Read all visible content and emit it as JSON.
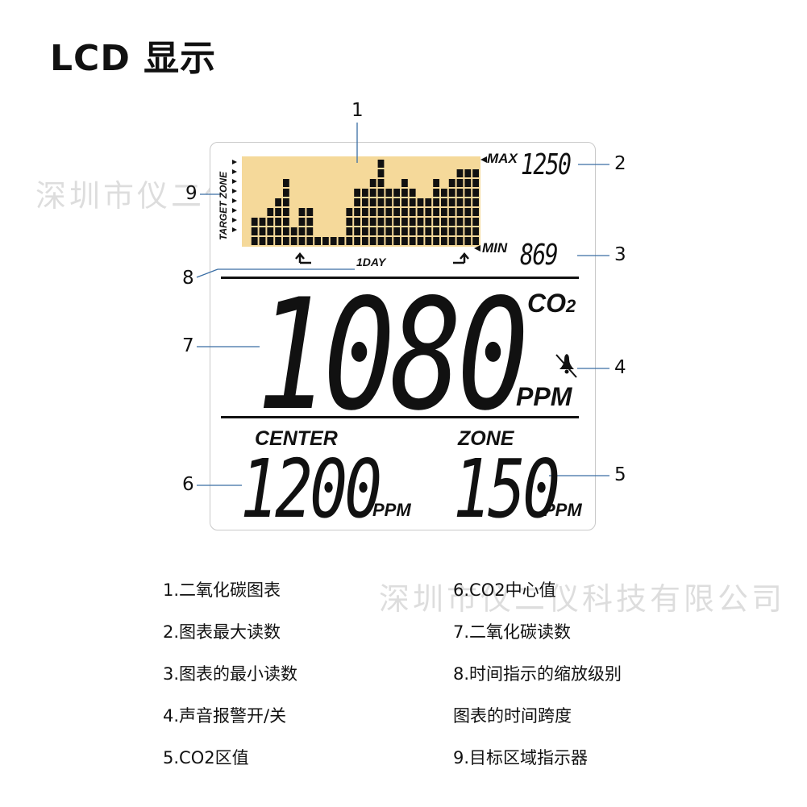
{
  "title": "LCD 显示",
  "watermark": "深圳市仪二仪科技有限公司",
  "lcd": {
    "max_label": "MAX",
    "max_value": "1250",
    "min_label": "MIN",
    "min_value": "869",
    "target_zone_label": "TARGET ZONE",
    "day_label": "1DAY",
    "main_value": "1080",
    "co2_label": "CO",
    "co2_sub": "2",
    "ppm_main": "PPM",
    "center_label": "CENTER",
    "center_value": "1200",
    "center_ppm": "PPM",
    "zone_label": "ZONE",
    "zone_value": "150",
    "zone_ppm": "PPM",
    "chart_bg_color": "#f5d99a",
    "bar_heights": [
      0,
      3,
      3,
      4,
      5,
      7,
      2,
      4,
      4,
      1,
      1,
      1,
      1,
      4,
      6,
      6,
      7,
      9,
      6,
      6,
      7,
      6,
      5,
      5,
      7,
      6,
      7,
      8,
      8,
      8
    ]
  },
  "callouts": [
    "1",
    "2",
    "3",
    "4",
    "5",
    "6",
    "7",
    "8",
    "9"
  ],
  "legend": {
    "left": [
      "1.二氧化碳图表",
      "2.图表最大读数",
      "3.图表的最小读数",
      "4.声音报警开/关",
      "5.CO2区值"
    ],
    "right": [
      "6.CO2中心值",
      "7.二氧化碳读数",
      "8.时间指示的缩放级别",
      "图表的时间跨度",
      "9.目标区域指示器"
    ]
  }
}
